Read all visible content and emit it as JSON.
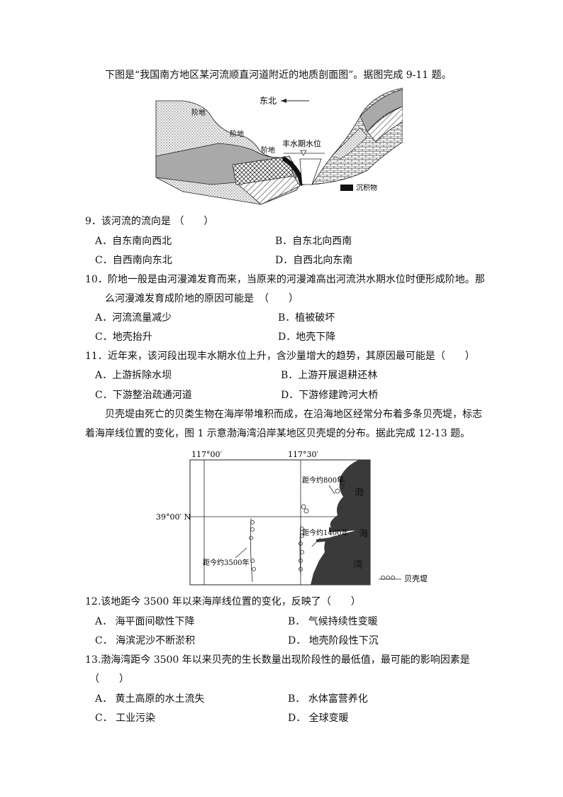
{
  "intro1": "下图是“我国南方地区某河流顺直河道附近的地质剖面图”。据图完成 9-11 题。",
  "fig1": {
    "direction": "东北",
    "terrace_labels": [
      "阶地",
      "阶地",
      "阶地"
    ],
    "water_level": "丰水期水位",
    "legend_sediment": "沉积物"
  },
  "questions": [
    {
      "stem": "9．该河流的流向是 （　　）",
      "options": {
        "A": "A．自东南向西北",
        "B": "B．自东北向西南",
        "C": "C．自西南向东北",
        "D": "D．自西北向东南"
      }
    },
    {
      "stem": "10．阶地一般是由河漫滩发育而来，当原来的河漫滩高出河流洪水期水位时便形成阶地。那",
      "stem2": "么河漫滩发育成阶地的原因可能是　（　　）",
      "options": {
        "A": "A．河流流量减少",
        "B": "B．植被破坏",
        "C": "C．地壳抬升",
        "D": "D．地壳下降"
      }
    },
    {
      "stem": "11．近年来，该河段出现丰水期水位上升，含沙量增大的趋势，其原因最可能是（　　）",
      "options": {
        "A": "A．上游拆除水坝",
        "B": "B．上游开展退耕还林",
        "C": "C．下游整治疏通河道",
        "D": "D．下游修建跨河大桥"
      }
    },
    {
      "stem": "12.该地距今 3500 年以来海岸线位置的变化，反映了（　　）",
      "options": {
        "A": "A． 海平面间歇性下降",
        "B": "B． 气候持续性变暖",
        "C": "C． 海滨泥沙不断淤积",
        "D": "D． 地壳阶段性下沉"
      }
    },
    {
      "stem": "13.渤海湾距今 3500 年以来贝壳的生长数量出现阶段性的最低值，最可能的影响因素是",
      "stem2": "（　　）",
      "options": {
        "A": "A． 黄土高原的水土流失",
        "B": "B． 水体富营养化",
        "C": "C． 工业污染",
        "D": "D． 全球变暖"
      }
    }
  ],
  "intro2_line1": "贝壳堤由死亡的贝类生物在海岸带堆积而成，在沿海地区经常分布着多条贝壳堤，标志",
  "intro2_line2": "着海岸线位置的变化，图 1 示意渤海湾沿岸某地区贝壳堤的分布。据此完成 12-13 题。",
  "fig2": {
    "lon1": "117°00′",
    "lon2": "117°30′",
    "lat": "39°00′ N",
    "label_800": "距今约800年",
    "label_1400": "距今约1400年",
    "label_3500": "距今约3500年",
    "sea_chars": [
      "渤",
      "海",
      "湾"
    ],
    "legend": "贝壳堤"
  }
}
